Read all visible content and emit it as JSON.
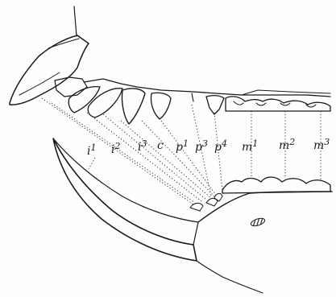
{
  "figure": {
    "labels": [
      {
        "id": "i1",
        "base": "i",
        "sup": "1"
      },
      {
        "id": "i2",
        "base": "i",
        "sup": "2"
      },
      {
        "id": "i3",
        "base": "i",
        "sup": "3"
      },
      {
        "id": "c",
        "base": "c",
        "sup": ""
      },
      {
        "id": "p1",
        "base": "p",
        "sup": "1"
      },
      {
        "id": "p3",
        "base": "p",
        "sup": "3"
      },
      {
        "id": "p4",
        "base": "p",
        "sup": "4"
      },
      {
        "id": "m1",
        "base": "m",
        "sup": "1"
      },
      {
        "id": "m2",
        "base": "m",
        "sup": "2"
      },
      {
        "id": "m3",
        "base": "m",
        "sup": "3"
      }
    ]
  }
}
